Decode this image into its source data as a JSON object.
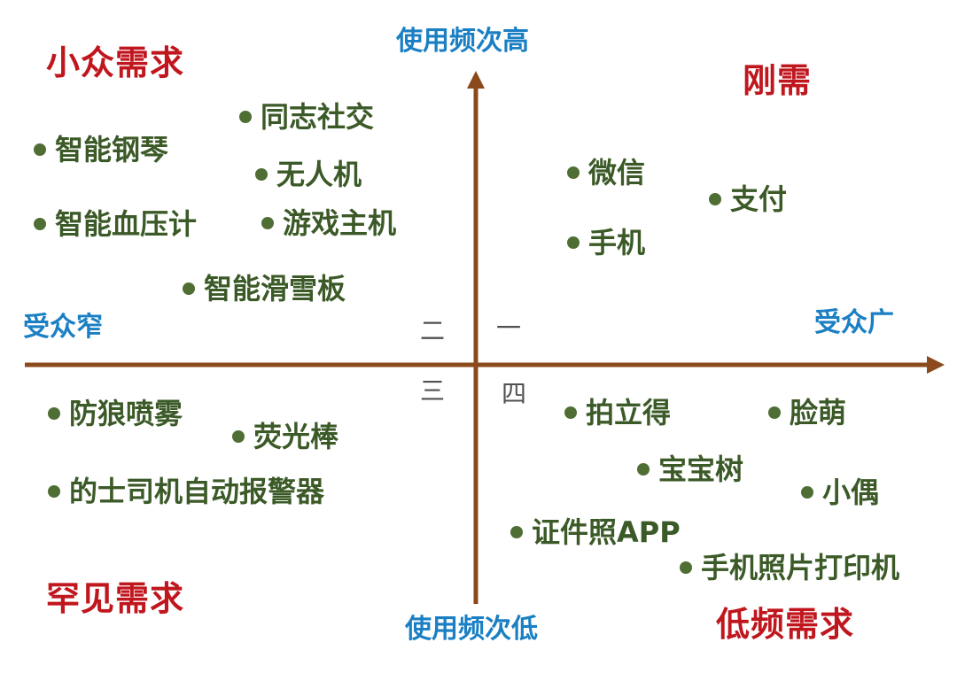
{
  "quadrant_titles": {
    "top_left": "小众需求",
    "top_right": "刚需",
    "bottom_left": "罕见需求",
    "bottom_right": "低频需求"
  },
  "axis_labels": {
    "top": "使用频次高",
    "bottom": "使用频次低",
    "left": "受众窄",
    "right": "受众广"
  },
  "quadrant_numbers": {
    "q1": "一",
    "q2": "二",
    "q3": "三",
    "q4": "四"
  },
  "items": {
    "q1": [
      "微信",
      "支付",
      "手机"
    ],
    "q2": [
      "同志社交",
      "智能钢琴",
      "无人机",
      "智能血压计",
      "游戏主机",
      "智能滑雪板"
    ],
    "q3": [
      "防狼喷雾",
      "荧光棒",
      "的士司机自动报警器"
    ],
    "q4": [
      "拍立得",
      "脸萌",
      "宝宝树",
      "小偶",
      "证件照APP",
      "手机照片打印机"
    ]
  },
  "colors": {
    "axis": "#8b4a1c",
    "quadrant_title": "#c0161e",
    "axis_label": "#1a7fc3",
    "dot": "#4f6e34",
    "item_text": "#3b5a27"
  }
}
